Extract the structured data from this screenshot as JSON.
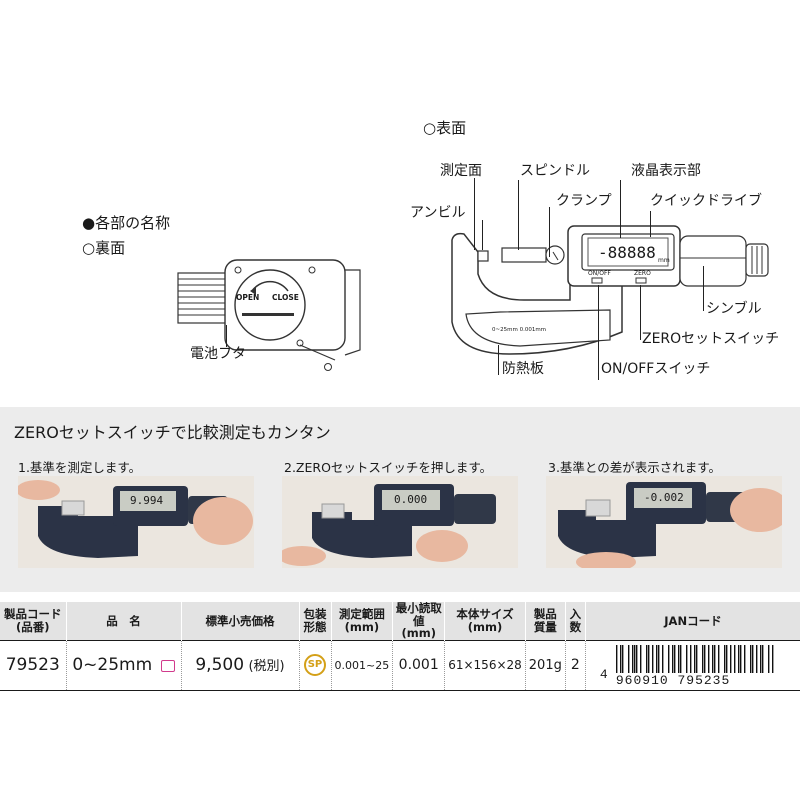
{
  "top_left": {
    "heading": "●各部の名称",
    "sub": "○裏面",
    "battery_open": "OPEN",
    "battery_close": "CLOSE",
    "battery_label": "電池フタ"
  },
  "top_right": {
    "heading": "○表面",
    "labels": {
      "measuring_face": "測定面",
      "spindle": "スピンドル",
      "lcd": "液晶表示部",
      "anvil": "アンビル",
      "clamp": "クランプ",
      "quick_drive": "クイックドライブ",
      "thimble": "シンブル",
      "zero_switch": "ZEROセットスイッチ",
      "heat_shield": "防熱板",
      "onoff_switch": "ON/OFFスイッチ"
    },
    "device": {
      "display": "-88888",
      "unit": "mm",
      "btn_onoff": "ON/OFF",
      "btn_zero": "ZERO",
      "range_text": "0~25mm   0.001mm"
    }
  },
  "bottom": {
    "title": "ZEROセットスイッチで比較測定もカンタン",
    "steps": [
      {
        "caption": "1.基準を測定します。",
        "display": "9.994"
      },
      {
        "caption": "2.ZEROセットスイッチを押します。",
        "display": "0.000"
      },
      {
        "caption": "3.基準との差が表示されます。",
        "display": "-0.002"
      }
    ]
  },
  "table": {
    "headers": {
      "code": "製品コード\n(品番)",
      "name": "品　名",
      "price": "標準小売価格",
      "pack": "包装\n形態",
      "range": "測定範囲\n(mm)",
      "min": "最小読取値\n(mm)",
      "size": "本体サイズ\n(mm)",
      "weight": "製品\n質量",
      "qty": "入数",
      "jan": "JANコード"
    },
    "row": {
      "code": "79523",
      "name": "0~25mm",
      "price": "9,500",
      "price_note": "(税別)",
      "pack": "SP",
      "range": "0.001~25",
      "min": "0.001",
      "size": "61×156×28",
      "weight": "201g",
      "qty": "2",
      "jan_first": "4",
      "jan_digits": "960910 795235"
    }
  }
}
